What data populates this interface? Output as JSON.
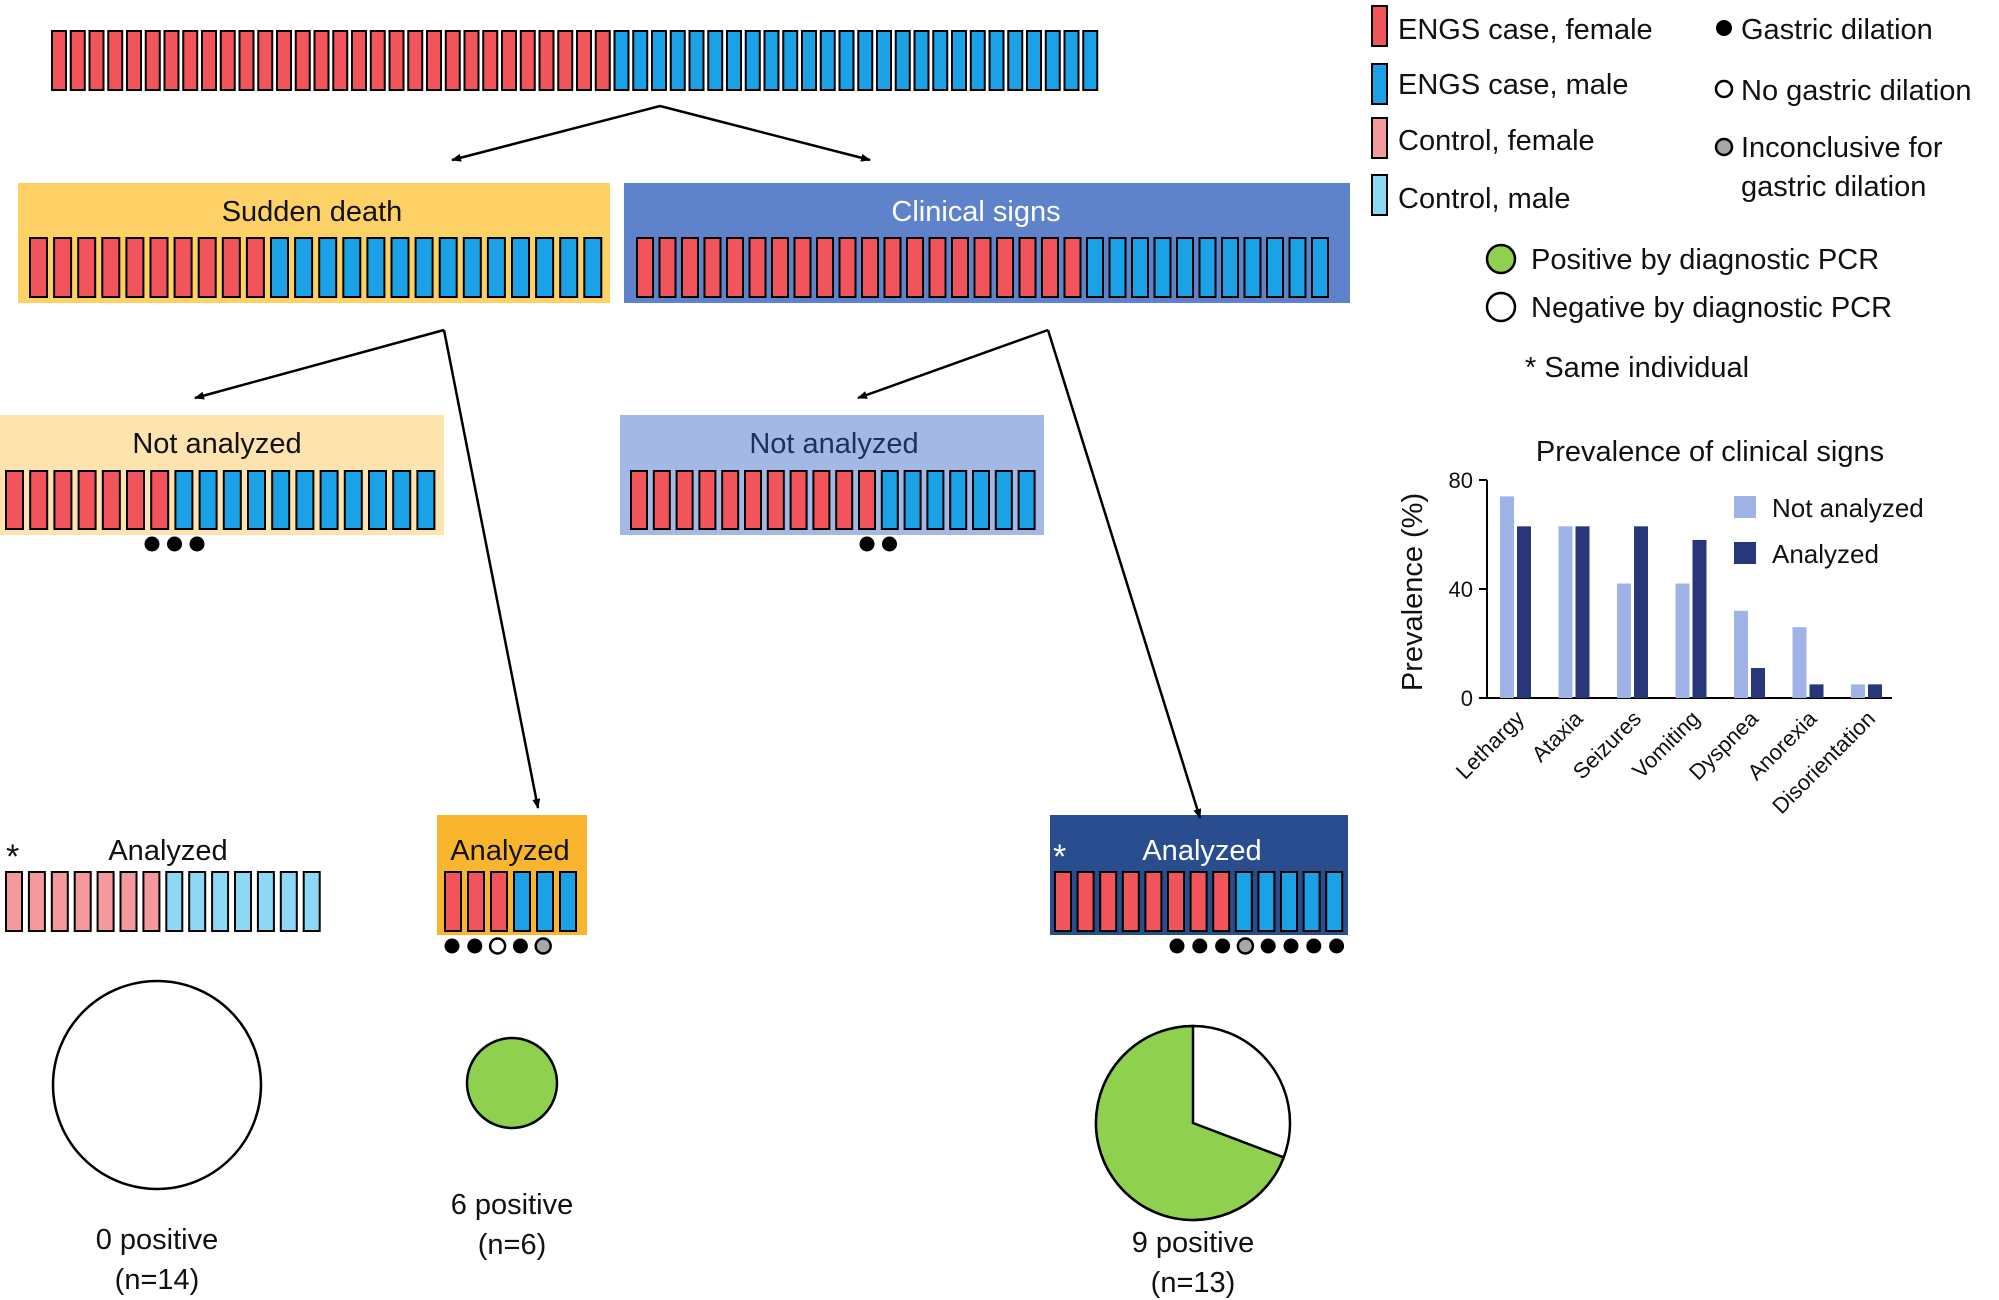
{
  "colors": {
    "case_female": "#f2545b",
    "case_male": "#1aa1e6",
    "control_female": "#f49a9c",
    "control_male": "#8dd8f4",
    "sudden_death": "#fed166",
    "sudden_death_light": "#fde3ad",
    "clinical_signs": "#5e83cb",
    "clinical_light": "#a3b8e4",
    "analyzed_sudden": "#f8b52d",
    "analyzed_clinical": "#2a4d8f",
    "pcr_positive": "#8fd14f",
    "bar_not_analyzed": "#9fb3e6",
    "bar_analyzed": "#28377a"
  },
  "top_row": {
    "female": 30,
    "male": 26
  },
  "sudden_death": {
    "label": "Sudden death",
    "female": 10,
    "male": 14
  },
  "clinical_signs": {
    "label": "Clinical signs",
    "female": 20,
    "male": 11
  },
  "sd_not_analyzed": {
    "label": "Not analyzed",
    "female": 7,
    "male": 11,
    "dots": [
      "gastric-dilation",
      "gastric-dilation",
      "gastric-dilation"
    ]
  },
  "sd_analyzed": {
    "label": "Analyzed",
    "female": 3,
    "male": 3,
    "dots": [
      "gastric-dilation",
      "gastric-dilation",
      "no-gastric-dilation",
      "gastric-dilation",
      "inconclusive"
    ]
  },
  "control_analyzed": {
    "label": "Analyzed",
    "asterisk": "*",
    "female": 7,
    "male": 7
  },
  "cs_not_analyzed": {
    "label": "Not analyzed",
    "female": 11,
    "male": 7,
    "dots": [
      "gastric-dilation",
      "gastric-dilation"
    ]
  },
  "cs_analyzed": {
    "label": "Analyzed",
    "asterisk": "*",
    "female": 8,
    "male": 5,
    "dots": [
      "gastric-dilation",
      "gastric-dilation",
      "gastric-dilation",
      "inconclusive",
      "gastric-dilation",
      "gastric-dilation",
      "gastric-dilation",
      "gastric-dilation"
    ]
  },
  "results": {
    "control": {
      "positive": 0,
      "total": 14,
      "line1": "0 positive",
      "line2": "(n=14)"
    },
    "sudden": {
      "positive": 6,
      "total": 6,
      "line1": "6 positive",
      "line2": "(n=6)"
    },
    "clinical": {
      "positive": 9,
      "total": 13,
      "line1": "9 positive",
      "line2": "(n=13)"
    }
  },
  "legend": {
    "engs_female": "ENGS case, female",
    "engs_male": "ENGS case, male",
    "control_female": "Control, female",
    "control_male": "Control, male",
    "gastric_dilation": "Gastric dilation",
    "no_gastric_dilation": "No gastric dilation",
    "inconclusive_1": "Inconclusive for",
    "inconclusive_2": "gastric dilation",
    "pcr_positive": "Positive by diagnostic PCR",
    "pcr_negative": "Negative by diagnostic PCR",
    "same_individual": "* Same individual"
  },
  "chart_data": {
    "type": "bar",
    "title": "Prevalence of clinical signs",
    "ylabel": "Prevalence (%)",
    "xlabel": "",
    "ylim": [
      0,
      80
    ],
    "yticks": [
      0,
      40,
      80
    ],
    "categories": [
      "Lethargy",
      "Ataxia",
      "Seizures",
      "Vomiting",
      "Dyspnea",
      "Anorexia",
      "Disorientation"
    ],
    "series": [
      {
        "name": "Not analyzed",
        "color": "#9fb3e6",
        "values": [
          74,
          63,
          42,
          42,
          32,
          26,
          5
        ]
      },
      {
        "name": "Analyzed",
        "color": "#28377a",
        "values": [
          63,
          63,
          63,
          58,
          11,
          5,
          5
        ]
      }
    ],
    "legend_position": "top-right"
  }
}
